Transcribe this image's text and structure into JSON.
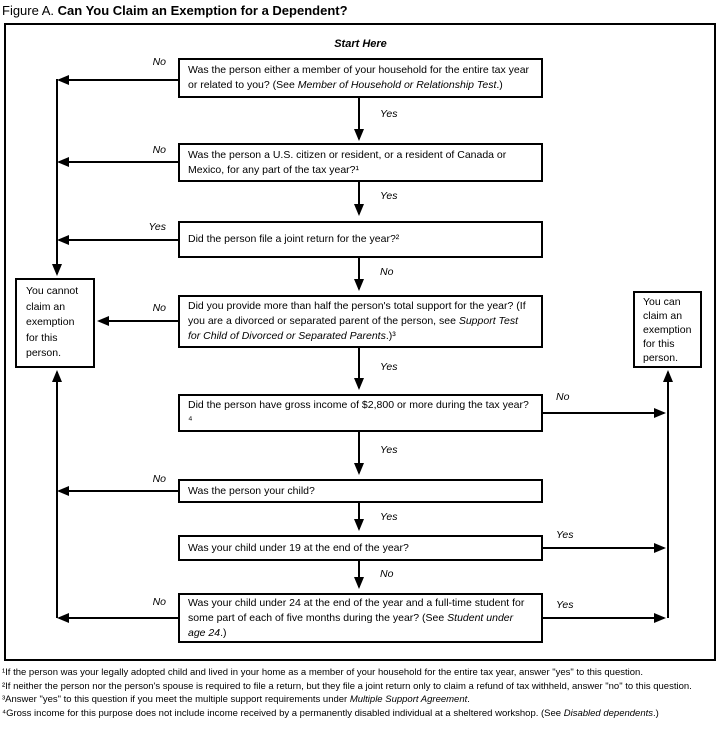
{
  "title": {
    "prefix": "Figure A. ",
    "main": "Can You Claim an Exemption for a Dependent?"
  },
  "start_here": "Start Here",
  "questions": [
    {
      "text": [
        {
          "t": "Was the person either a member of your household for the entire tax year or related to you? (See "
        },
        {
          "t": "Member of Household or Relationship Test",
          "i": true
        },
        {
          "t": ".)"
        }
      ]
    },
    {
      "text": [
        {
          "t": "Was the person a U.S. citizen or resident, or a resident of Canada or Mexico, for any part of the tax year?¹"
        }
      ]
    },
    {
      "text": [
        {
          "t": "Did the person file a joint return for the year?²"
        }
      ]
    },
    {
      "text": [
        {
          "t": "Did you provide more than half the person's total support for the year? (If you are a divorced or separated parent of the person, see "
        },
        {
          "t": "Support Test for Child of Divorced or Separated Parents",
          "i": true
        },
        {
          "t": ".)³"
        }
      ]
    },
    {
      "text": [
        {
          "t": "Did the person have gross income of $2,800 or more during the tax year?⁴"
        }
      ]
    },
    {
      "text": [
        {
          "t": "Was the person your child?"
        }
      ]
    },
    {
      "text": [
        {
          "t": "Was your child under 19 at the end of the year?"
        }
      ]
    },
    {
      "text": [
        {
          "t": "Was your child under 24 at the end of the year and a full-time student for some part of each of five months during the year? (See "
        },
        {
          "t": "Student under age 24",
          "i": true
        },
        {
          "t": ".)"
        }
      ]
    }
  ],
  "results": {
    "cannot": "You cannot claim an exemption for this person.",
    "can": "You can claim an exemption for this person."
  },
  "labels": {
    "down": [
      "Yes",
      "Yes",
      "No",
      "Yes",
      "Yes",
      "Yes",
      "No"
    ],
    "left": [
      "No",
      "No",
      "Yes",
      "No",
      "No",
      "No"
    ],
    "right": [
      "No",
      "Yes",
      "Yes"
    ]
  },
  "footnotes": [
    [
      {
        "t": "¹If the person was your legally adopted child and lived in your home as a member of your household for the entire tax year, answer \"yes\" to this question."
      }
    ],
    [
      {
        "t": "²If neither the person nor the person's spouse is required to file a return, but they file a joint return only to claim a refund of tax withheld, answer \"no\" to this question."
      }
    ],
    [
      {
        "t": "³Answer \"yes\" to this question if you meet the multiple support requirements under "
      },
      {
        "t": "Multiple Support Agreement",
        "i": true
      },
      {
        "t": "."
      }
    ],
    [
      {
        "t": "⁴Gross income for this purpose does not include income received by a permanently disabled individual at a sheltered workshop. (See "
      },
      {
        "t": "Disabled dependents",
        "i": true
      },
      {
        "t": ".)"
      }
    ]
  ],
  "colors": {
    "line": "#000000",
    "background": "#ffffff"
  }
}
